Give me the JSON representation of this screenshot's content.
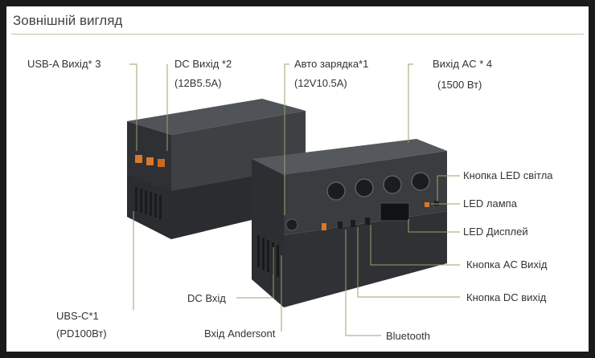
{
  "title": "Зовнішній вигляд",
  "labels": {
    "usb_a": "USB-A Вихід* 3",
    "dc_out": "DC Вихід *2",
    "dc_out_spec": "(12В5.5А)",
    "auto_charge": "Авто зарядка*1",
    "auto_charge_spec": "(12V10.5A)",
    "ac_out": "Вихід AC * 4",
    "ac_out_spec": "(1500 Вт)",
    "led_button": "Кнопка LED світла",
    "led_lamp": "LED лампа",
    "led_display": "LED Дисплей",
    "ac_button": "Кнопка AC Вихід",
    "dc_button": "Кнопка DC вихід",
    "bluetooth": "Bluetooth",
    "anderson_in": "Вхід Andersont",
    "dc_in": "DC Вхід",
    "usb_c": "UBS-C*1",
    "usb_c_spec": "(PD100Вт)"
  },
  "colors": {
    "leader_line": "#9aa36a",
    "title_rule": "#c9c2a4",
    "device_body": "#3a3c3f",
    "device_top": "#4b4e52",
    "accent_orange": "#d9772b"
  }
}
